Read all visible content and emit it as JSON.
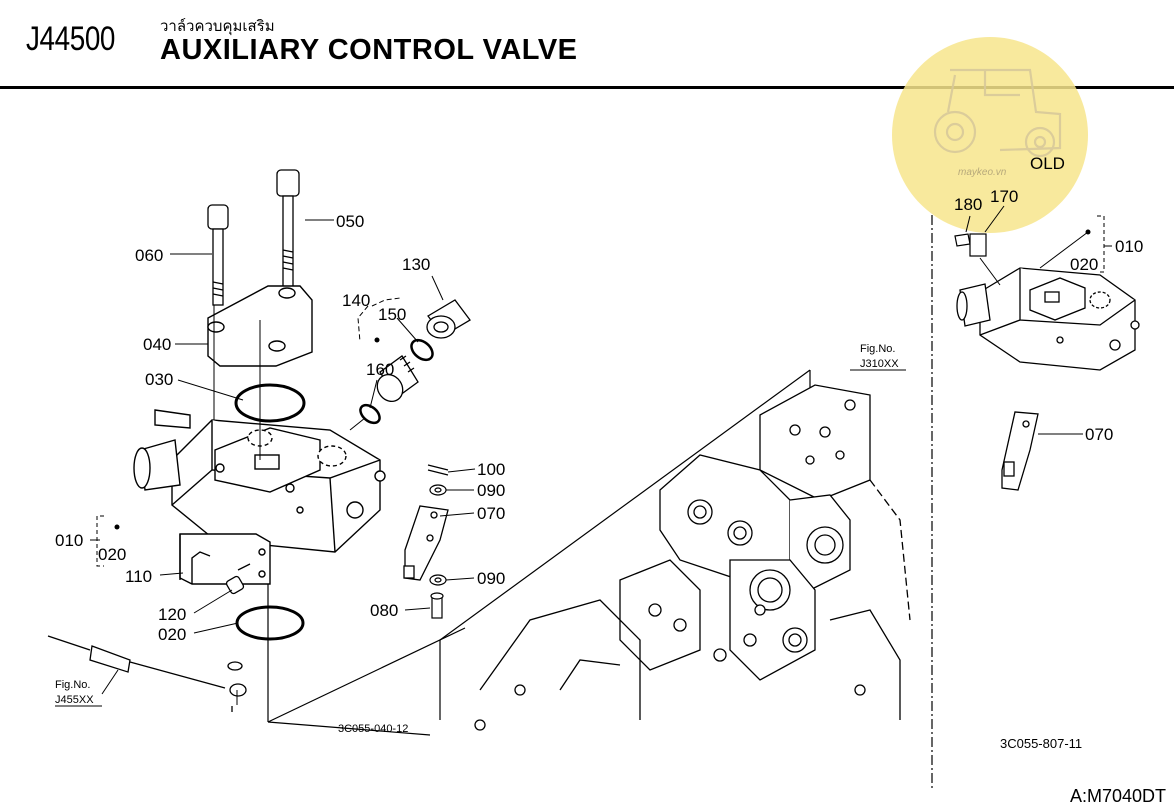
{
  "header": {
    "part_code": "J44500",
    "title_thai": "วาล์วควบคุมเสริม",
    "title_en": "AUXILIARY CONTROL VALVE"
  },
  "watermark": {
    "icon": "tractor-icon",
    "site": "maykeo.vn",
    "color": "#f5e58a"
  },
  "main_diagram": {
    "callouts": {
      "c050": "050",
      "c060": "060",
      "c130": "130",
      "c140": "140",
      "c150": "150",
      "c040": "040",
      "c160": "160",
      "c030": "030",
      "c100": "100",
      "c090a": "090",
      "c070": "070",
      "c010": "010",
      "c020a": "020",
      "c110": "110",
      "c090b": "090",
      "c080": "080",
      "c120": "120",
      "c020b": "020"
    },
    "fig_ref_top": {
      "line1": "Fig.No.",
      "line2": "J310XX"
    },
    "fig_ref_left": {
      "line1": "Fig.No.",
      "line2": "J455XX"
    },
    "drawing_code": "3C055-040-12"
  },
  "old_diagram": {
    "label": "OLD",
    "callouts": {
      "c180": "180",
      "c170": "170",
      "c010": "010",
      "c020": "020",
      "c070": "070"
    },
    "drawing_code": "3C055-807-11"
  },
  "footer": {
    "model_code": "A:M7040DT"
  }
}
